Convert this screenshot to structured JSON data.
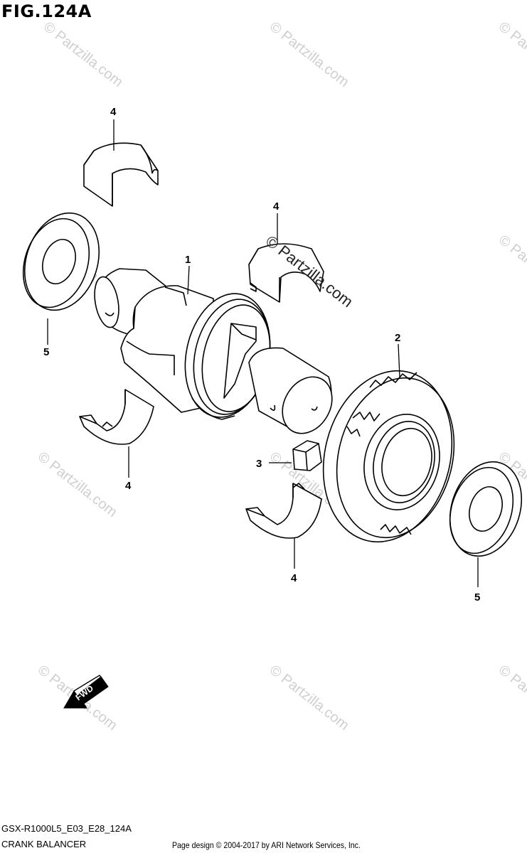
{
  "figure": {
    "title": "FIG.124A",
    "model_code": "GSX-R1000L5_E03_E28_124A",
    "section_name": "CRANK BALANCER",
    "copyright": "Page design © 2004-2017 by ARI Network Services, Inc."
  },
  "watermark": {
    "text": "© Partzilla.com"
  },
  "fwd_label": "FWD",
  "callouts": [
    {
      "id": "callout-1",
      "label": "1"
    },
    {
      "id": "callout-2",
      "label": "2"
    },
    {
      "id": "callout-3",
      "label": "3"
    },
    {
      "id": "callout-4a",
      "label": "4"
    },
    {
      "id": "callout-4b",
      "label": "4"
    },
    {
      "id": "callout-4c",
      "label": "4"
    },
    {
      "id": "callout-4d",
      "label": "4"
    },
    {
      "id": "callout-5a",
      "label": "5"
    },
    {
      "id": "callout-5b",
      "label": "5"
    }
  ]
}
